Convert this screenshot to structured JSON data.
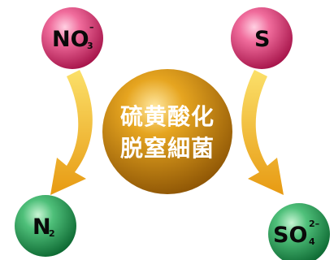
{
  "center": {
    "line1": "硫黄酸化",
    "line2": "脱窒細菌"
  },
  "nodes": {
    "nitrate": {
      "main": "NO",
      "sub": "3",
      "sup": "–"
    },
    "sulfur": {
      "main": "S"
    },
    "nitrogen": {
      "main": "N",
      "sub": "2"
    },
    "sulfate": {
      "main": "SO",
      "sub": "4",
      "sup": "2–"
    }
  },
  "colors": {
    "reactant": "#e0407a",
    "product": "#2f9f55",
    "center": "#c8860e",
    "arrow": "#f0b020"
  }
}
